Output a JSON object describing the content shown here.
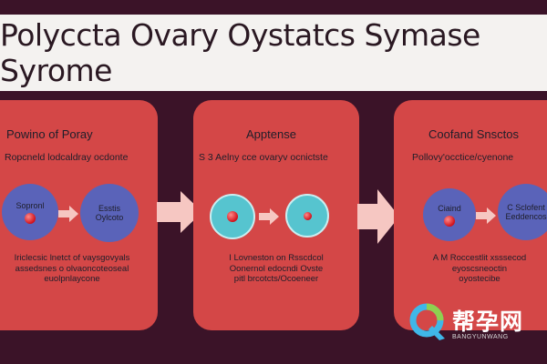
{
  "title": "Polyccta Ovary Oystatcs Symase Syrome",
  "panels": [
    {
      "title": "Powino of Poray",
      "subtitle": "Ropcneld lodcaldray ocdonte",
      "circle_left": "Sopronl",
      "circle_right": [
        "Esstis",
        "Oylcoto"
      ],
      "footer": [
        "Iriclecsic lnetct  of vaysgovyals",
        "assedsnes o olvaoncoteoseal",
        "euolpnlaycone"
      ]
    },
    {
      "title": "Apptense",
      "subtitle": "S  3  Aelny  cce  ovaryv ocnictste",
      "footer": [
        "I  Lovneston on  Rsscdcol",
        "Oonernol edocndi Ovste",
        "pitl  brcotcts/Ocoeneer"
      ]
    },
    {
      "title": "Coofand Snsctos",
      "subtitle": "Pollovy'occtice/cyenone",
      "circle_left": "Ciaind",
      "circle_right": [
        "C  Sclofent",
        "Eeddencos"
      ],
      "footer": [
        "A  M  Roccestlit xsssecod",
        "eyoscsneoctin",
        "oyostecibe"
      ]
    }
  ],
  "watermark": {
    "text": "帮孕网",
    "subtext": "BANGYUNWANG"
  },
  "colors": {
    "background": "#3b1328",
    "title_band": "#f4f2f0",
    "panel": "#d44747",
    "circle_blue": "#5a63b9",
    "circle_teal": "#56c4cf",
    "arrow": "#f6c7c2",
    "dot": "#d0101a"
  },
  "icons": [
    "small-right-arrow-icon",
    "large-right-arrow-icon",
    "red-dot-icon",
    "watermark-logo-icon"
  ]
}
